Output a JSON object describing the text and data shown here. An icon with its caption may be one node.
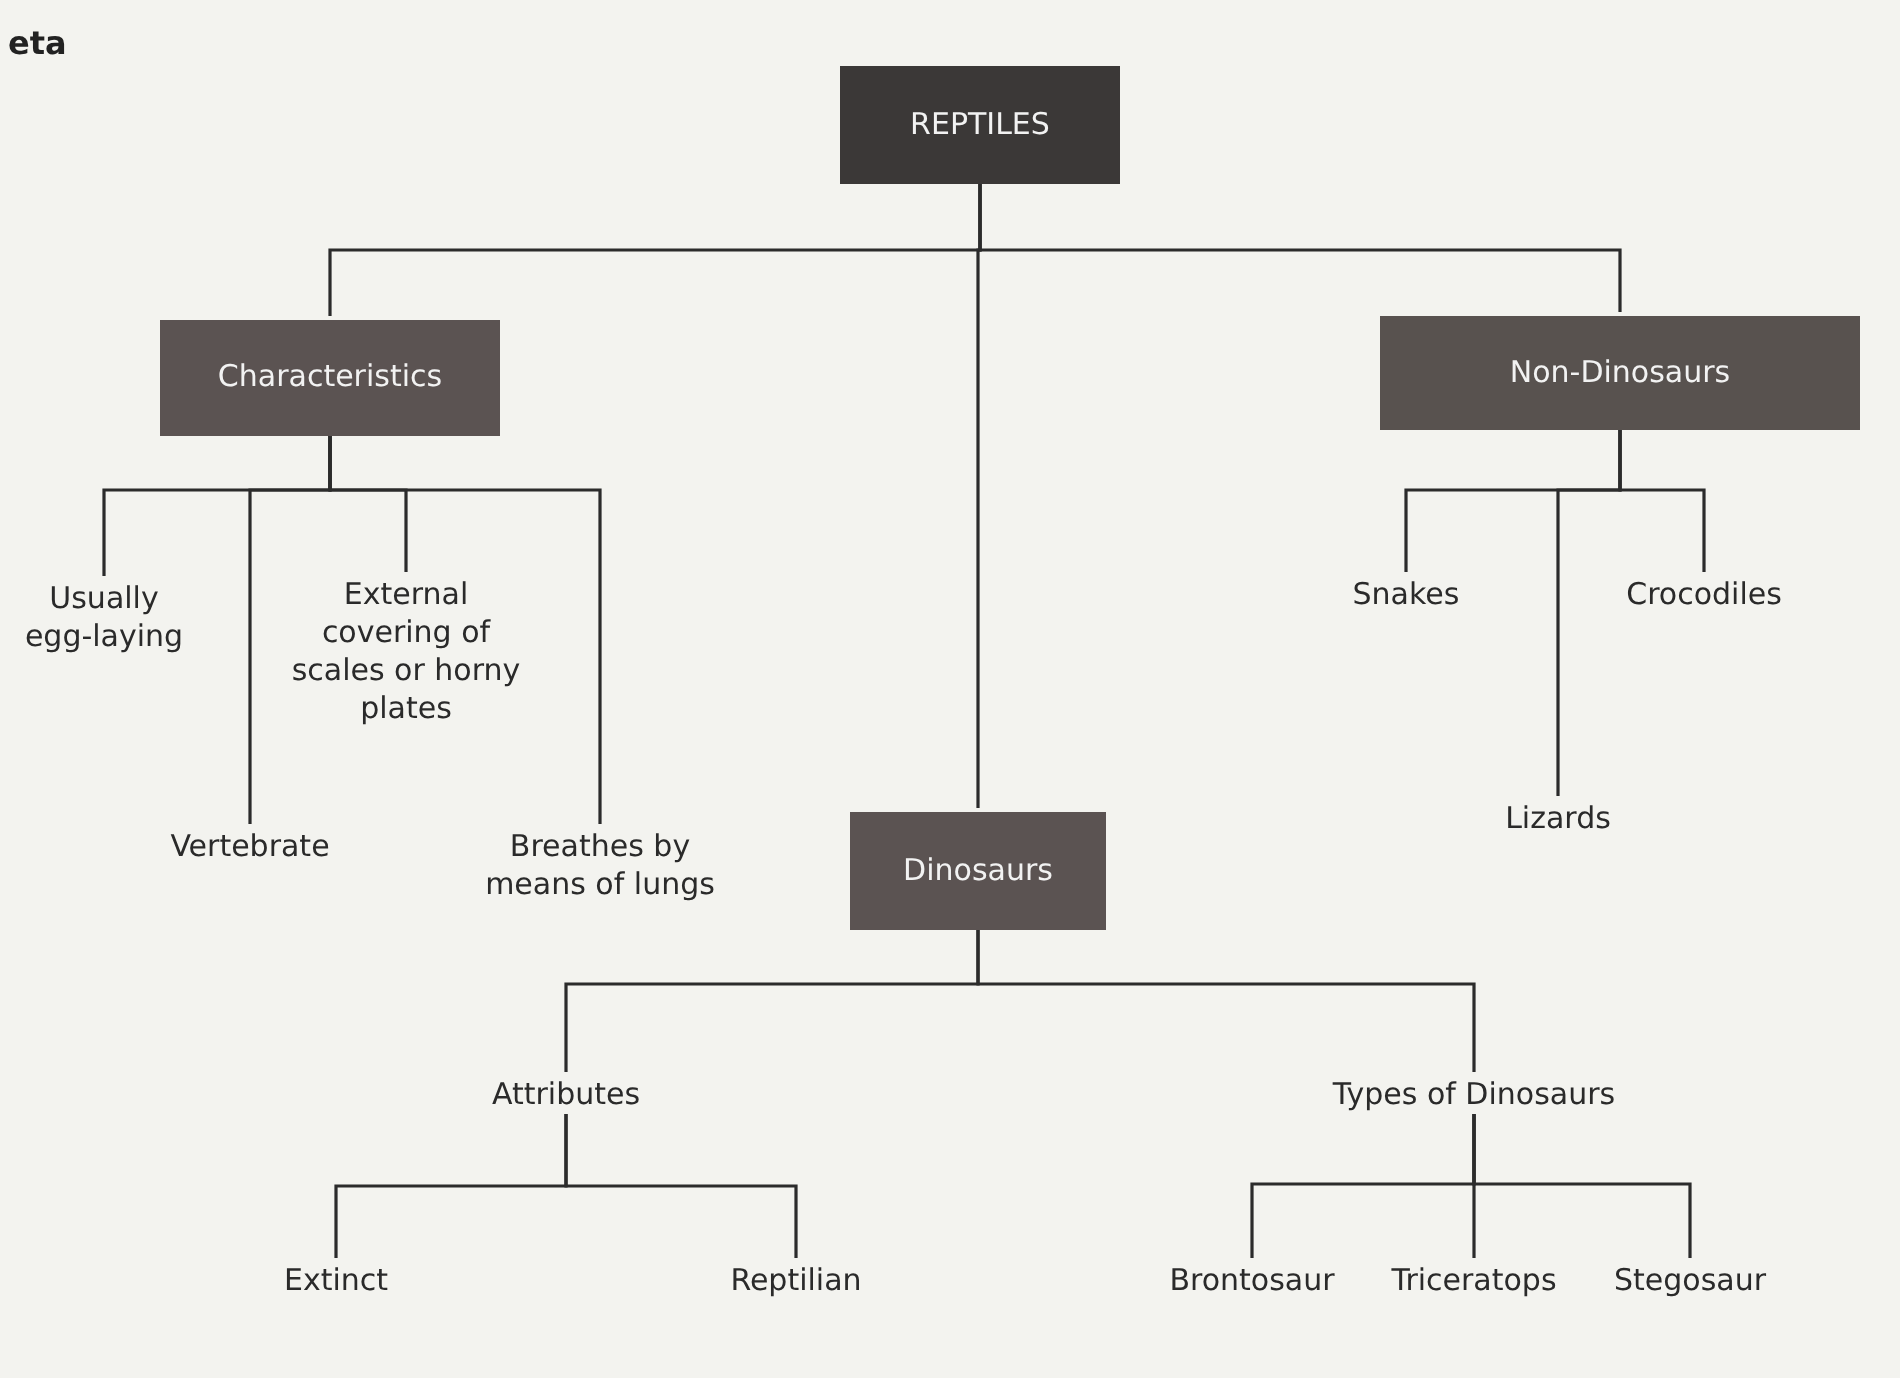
{
  "diagram": {
    "nodes": [
      {
        "text": [
          "REPTILES"
        ]
      },
      {
        "text": [
          "Characteristics"
        ]
      },
      {
        "text": [
          "Non-Dinosaurs"
        ]
      },
      {
        "text": [
          "Dinosaurs"
        ]
      },
      {
        "text": [
          "Usually egg-laying"
        ]
      },
      {
        "text": [
          "Vertebrate"
        ]
      },
      {
        "text": [
          "External covering of scales or horny plates"
        ]
      },
      {
        "text": [
          "Breathes by means of lungs"
        ]
      },
      {
        "text": [
          "Snakes"
        ]
      },
      {
        "text": [
          "Lizards"
        ]
      },
      {
        "text": [
          "Crocodiles"
        ]
      },
      {
        "text": [
          "Attributes"
        ]
      },
      {
        "text": [
          "Types of Dinosaurs"
        ]
      },
      {
        "text": [
          "Extinct"
        ]
      },
      {
        "text": [
          "Reptilian"
        ]
      },
      {
        "text": [
          "Brontosaur"
        ]
      },
      {
        "text": [
          "Triceratops"
        ]
      },
      {
        "text": [
          "Stegosaur"
        ]
      }
    ],
    "edges": [
      {
        "from": 0,
        "to": 1,
        "arrow": "none"
      },
      {
        "from": 0,
        "to": 2,
        "arrow": "none"
      },
      {
        "from": 0,
        "to": 3,
        "arrow": "none"
      },
      {
        "from": 1,
        "to": 4,
        "arrow": "none"
      },
      {
        "from": 1,
        "to": 5,
        "arrow": "none"
      },
      {
        "from": 1,
        "to": 6,
        "arrow": "none"
      },
      {
        "from": 1,
        "to": 7,
        "arrow": "none"
      },
      {
        "from": 2,
        "to": 8,
        "arrow": "none"
      },
      {
        "from": 2,
        "to": 9,
        "arrow": "none"
      },
      {
        "from": 2,
        "to": 10,
        "arrow": "none"
      },
      {
        "from": 3,
        "to": 11,
        "arrow": "none"
      },
      {
        "from": 3,
        "to": 12,
        "arrow": "none"
      },
      {
        "from": 11,
        "to": 13,
        "arrow": "none"
      },
      {
        "from": 11,
        "to": 14,
        "arrow": "none"
      },
      {
        "from": 12,
        "to": 15,
        "arrow": "none"
      },
      {
        "from": 12,
        "to": 16,
        "arrow": "none"
      },
      {
        "from": 12,
        "to": 17,
        "arrow": "none"
      }
    ],
    "labels": [
      "eta"
    ]
  }
}
